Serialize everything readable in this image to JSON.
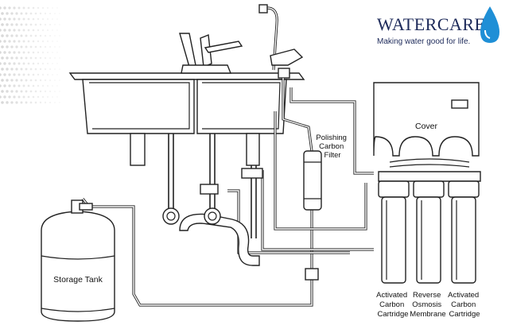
{
  "brand": {
    "name": "WATERCARE",
    "tagline": "Making water good for life.",
    "colors": {
      "navy": "#1d2a5a",
      "drop": "#1f8fd6"
    }
  },
  "labels": {
    "polishing_filter": [
      "Polishing",
      "Carbon",
      "Filter"
    ],
    "cover": "Cover",
    "storage_tank": "Storage Tank",
    "cartridge_left": [
      "Activated",
      "Carbon",
      "Cartridge"
    ],
    "cartridge_middle": [
      "Reverse",
      "Osmosis",
      "Membrane"
    ],
    "cartridge_right": [
      "Activated",
      "Carbon",
      "Cartridge"
    ]
  }
}
